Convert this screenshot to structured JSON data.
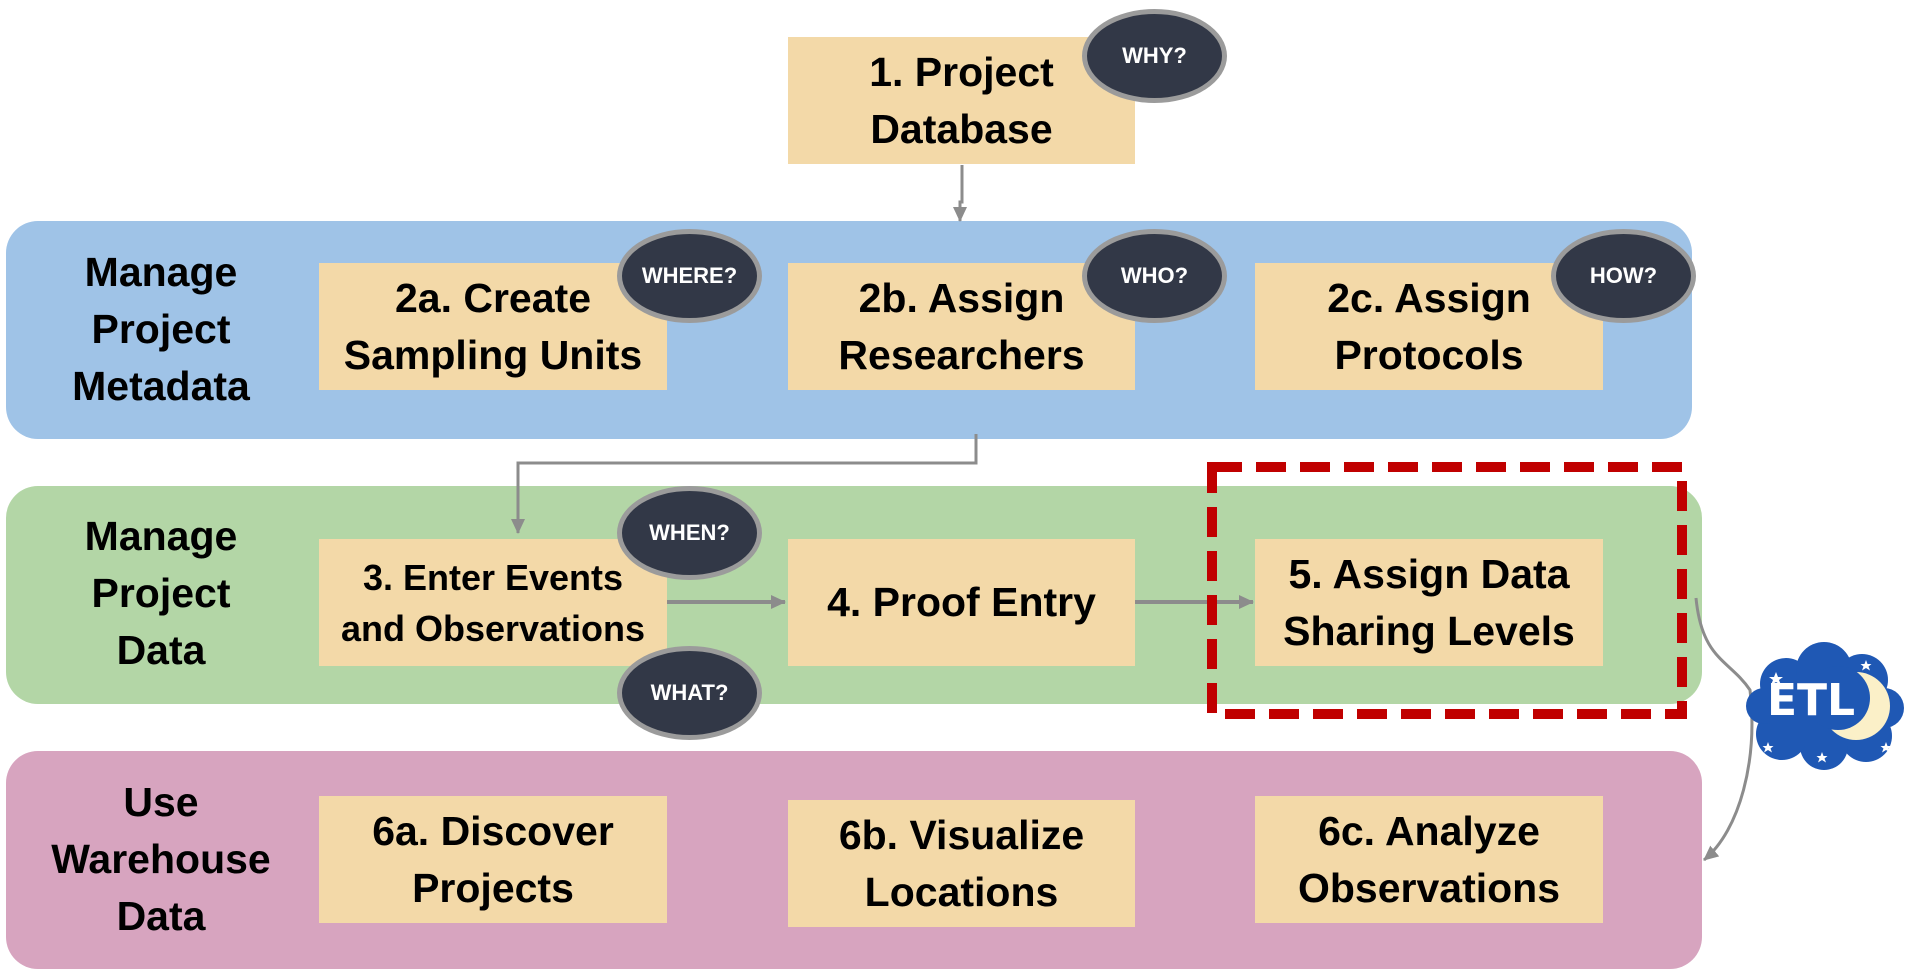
{
  "colors": {
    "step_fill": "#f3d9a8",
    "metadata_band": "#9fc3e7",
    "data_band": "#b3d6a6",
    "warehouse_band": "#d7a4bf",
    "bubble_fill": "#323847",
    "bubble_border": "#9b9b9b",
    "arrow": "#8c8c8c",
    "highlight_dash": "#c00000",
    "etl_cloud": "#1f58b4",
    "etl_moon": "#fbf0c8"
  },
  "steps": {
    "s1": "1. Project\nDatabase",
    "s2a": "2a. Create\nSampling Units",
    "s2b": "2b. Assign\nResearchers",
    "s2c": "2c. Assign\nProtocols",
    "s3": "3. Enter Events\nand Observations",
    "s4": "4. Proof Entry",
    "s5": "5. Assign Data\nSharing Levels",
    "s6a": "6a. Discover\nProjects",
    "s6b": "6b. Visualize\nLocations",
    "s6c": "6c. Analyze\nObservations"
  },
  "bands": {
    "metadata": "Manage\nProject\nMetadata",
    "data": "Manage\nProject\nData",
    "warehouse": "Use\nWarehouse\nData"
  },
  "bubbles": {
    "why": "WHY?",
    "where": "WHERE?",
    "who": "WHO?",
    "how": "HOW?",
    "when": "WHEN?",
    "what": "WHAT?"
  },
  "etl": {
    "label": "ETL",
    "icons": [
      "cloud-icon",
      "moon-icon",
      "star-icon"
    ]
  }
}
